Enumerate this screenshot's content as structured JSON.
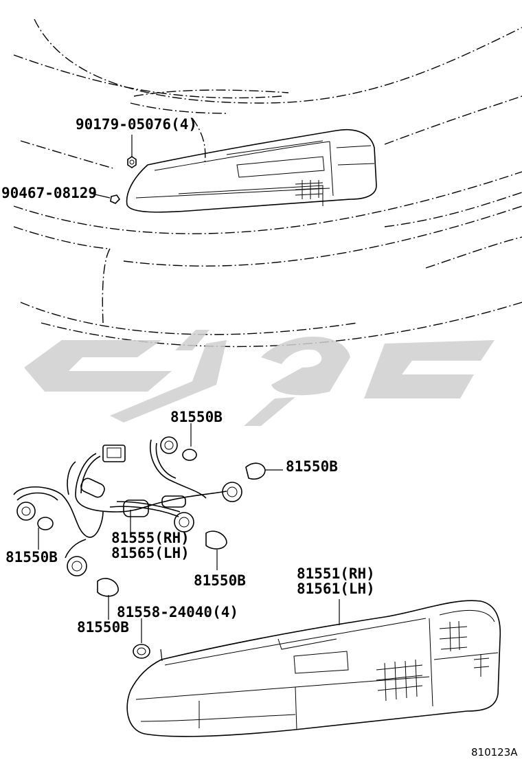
{
  "colors": {
    "line": "#000000",
    "watermark": "#cfcfcf",
    "background": "#ffffff"
  },
  "watermark": {
    "text": "ستوك",
    "icon": "watermark-logo"
  },
  "labels": {
    "part_90179": "90179-05076(4)",
    "part_90467": "90467-08129",
    "bulb_top": "81550B",
    "bulb_right": "81550B",
    "bulb_left": "81550B",
    "bulb_mid": "81550B",
    "bulb_bottom": "81550B",
    "socket_rh": "81555(RH)",
    "socket_lh": "81565(LH)",
    "lens_rh": "81551(RH)",
    "lens_lh": "81561(LH)",
    "gasket": "81558-24040(4)"
  },
  "figure_ref": "810123A"
}
